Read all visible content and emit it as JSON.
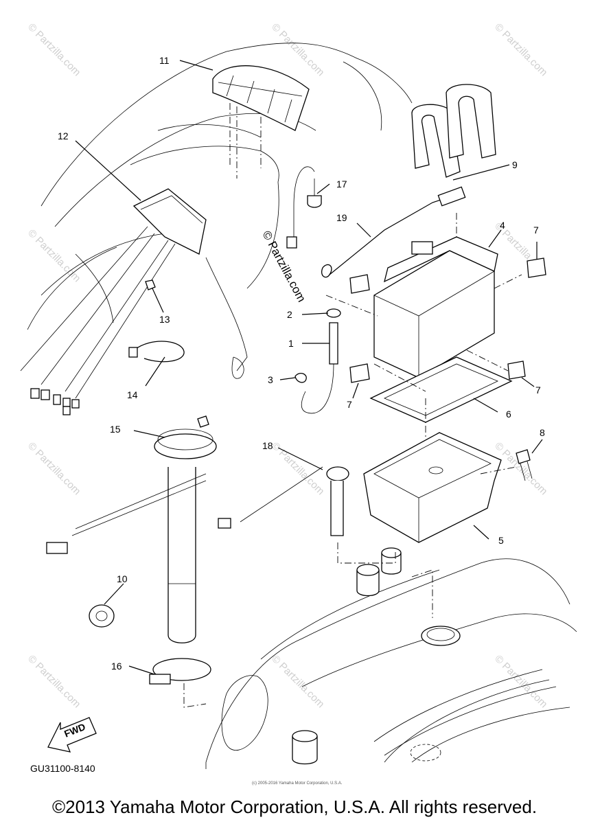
{
  "diagram": {
    "code": "GU31100-8140",
    "fwd_label": "FWD",
    "callouts": [
      "1",
      "2",
      "3",
      "4",
      "5",
      "6",
      "7",
      "7",
      "7",
      "8",
      "9",
      "10",
      "11",
      "12",
      "13",
      "14",
      "15",
      "16",
      "17",
      "18",
      "19"
    ]
  },
  "watermark": {
    "text": "© Partzilla.com",
    "center_text": "© Partzilla.com"
  },
  "fine_print": "(c) 2005-2016 Yamaha Motor Corporation, U.S.A.",
  "copyright": "©2013 Yamaha Motor Corporation, U.S.A. All rights reserved."
}
